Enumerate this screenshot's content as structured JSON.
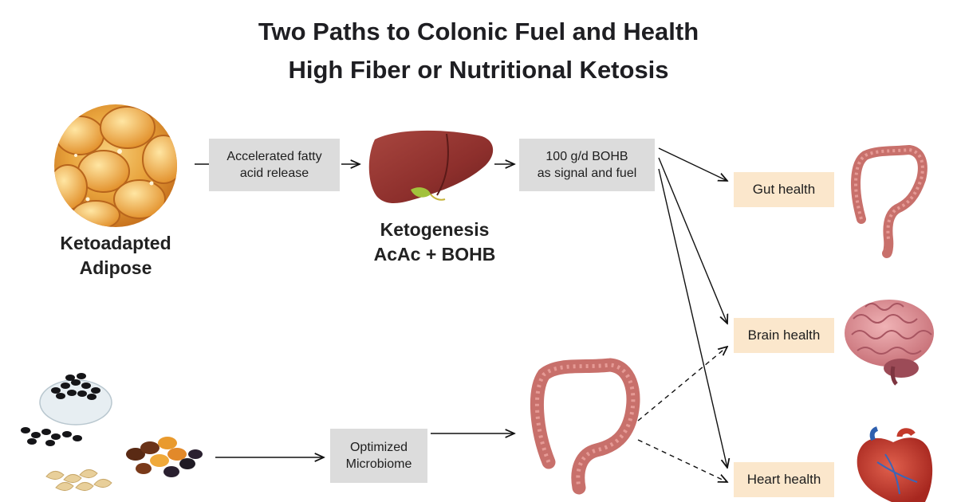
{
  "title": {
    "line1": "Two Paths to Colonic Fuel and Health",
    "line2": "High Fiber or Nutritional Ketosis"
  },
  "adipose": {
    "label_line1": "Ketoadapted",
    "label_line2": "Adipose",
    "image": "adipose-tissue-image"
  },
  "fatty_acid_box": {
    "line1": "Accelerated fatty",
    "line2": "acid release"
  },
  "liver": {
    "image": "liver-image",
    "label_line1": "Ketogenesis",
    "label_line2": "AcAc + BOHB"
  },
  "bohb_box": {
    "line1": "100 g/d BOHB",
    "line2": "as signal and fuel"
  },
  "fiber_foods": {
    "image": "fiber-foods-image"
  },
  "microbiome_box": {
    "line1": "Optimized",
    "line2": "Microbiome"
  },
  "colon": {
    "image": "colon-image"
  },
  "outcomes": {
    "gut": "Gut health",
    "brain": "Brain health",
    "heart": "Heart health"
  },
  "colors": {
    "box_gray": "#dcdcdc",
    "outcome_peach": "#fbe7cc",
    "organ_red": "#b5534f",
    "adipose_orange": "#e59a2f"
  }
}
